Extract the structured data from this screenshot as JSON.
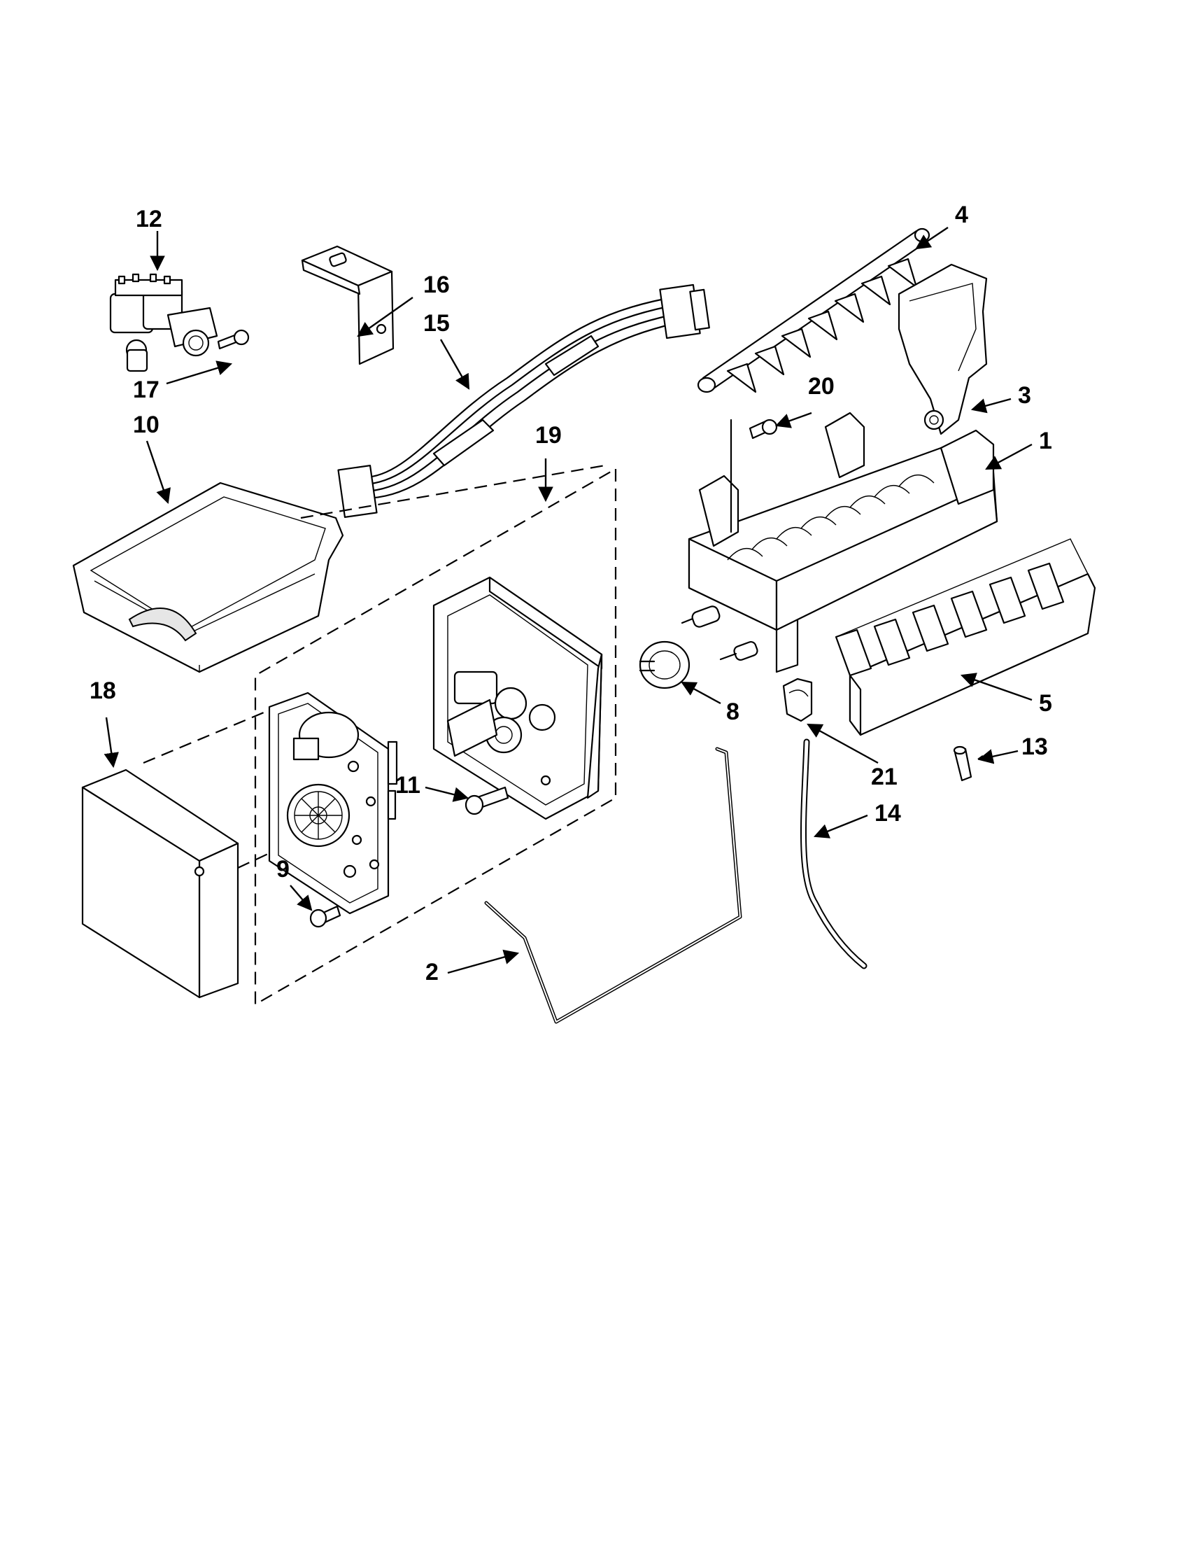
{
  "callouts": {
    "c1": "1",
    "c2": "2",
    "c3": "3",
    "c4": "4",
    "c5": "5",
    "c8": "8",
    "c9": "9",
    "c10": "10",
    "c11": "11",
    "c12": "12",
    "c13": "13",
    "c14": "14",
    "c15": "15",
    "c16": "16",
    "c17": "17",
    "c18": "18",
    "c19": "19",
    "c20": "20",
    "c21": "21"
  },
  "colors": {
    "ink": "#000000",
    "paper": "#ffffff",
    "shade": "#e6e6e6"
  }
}
